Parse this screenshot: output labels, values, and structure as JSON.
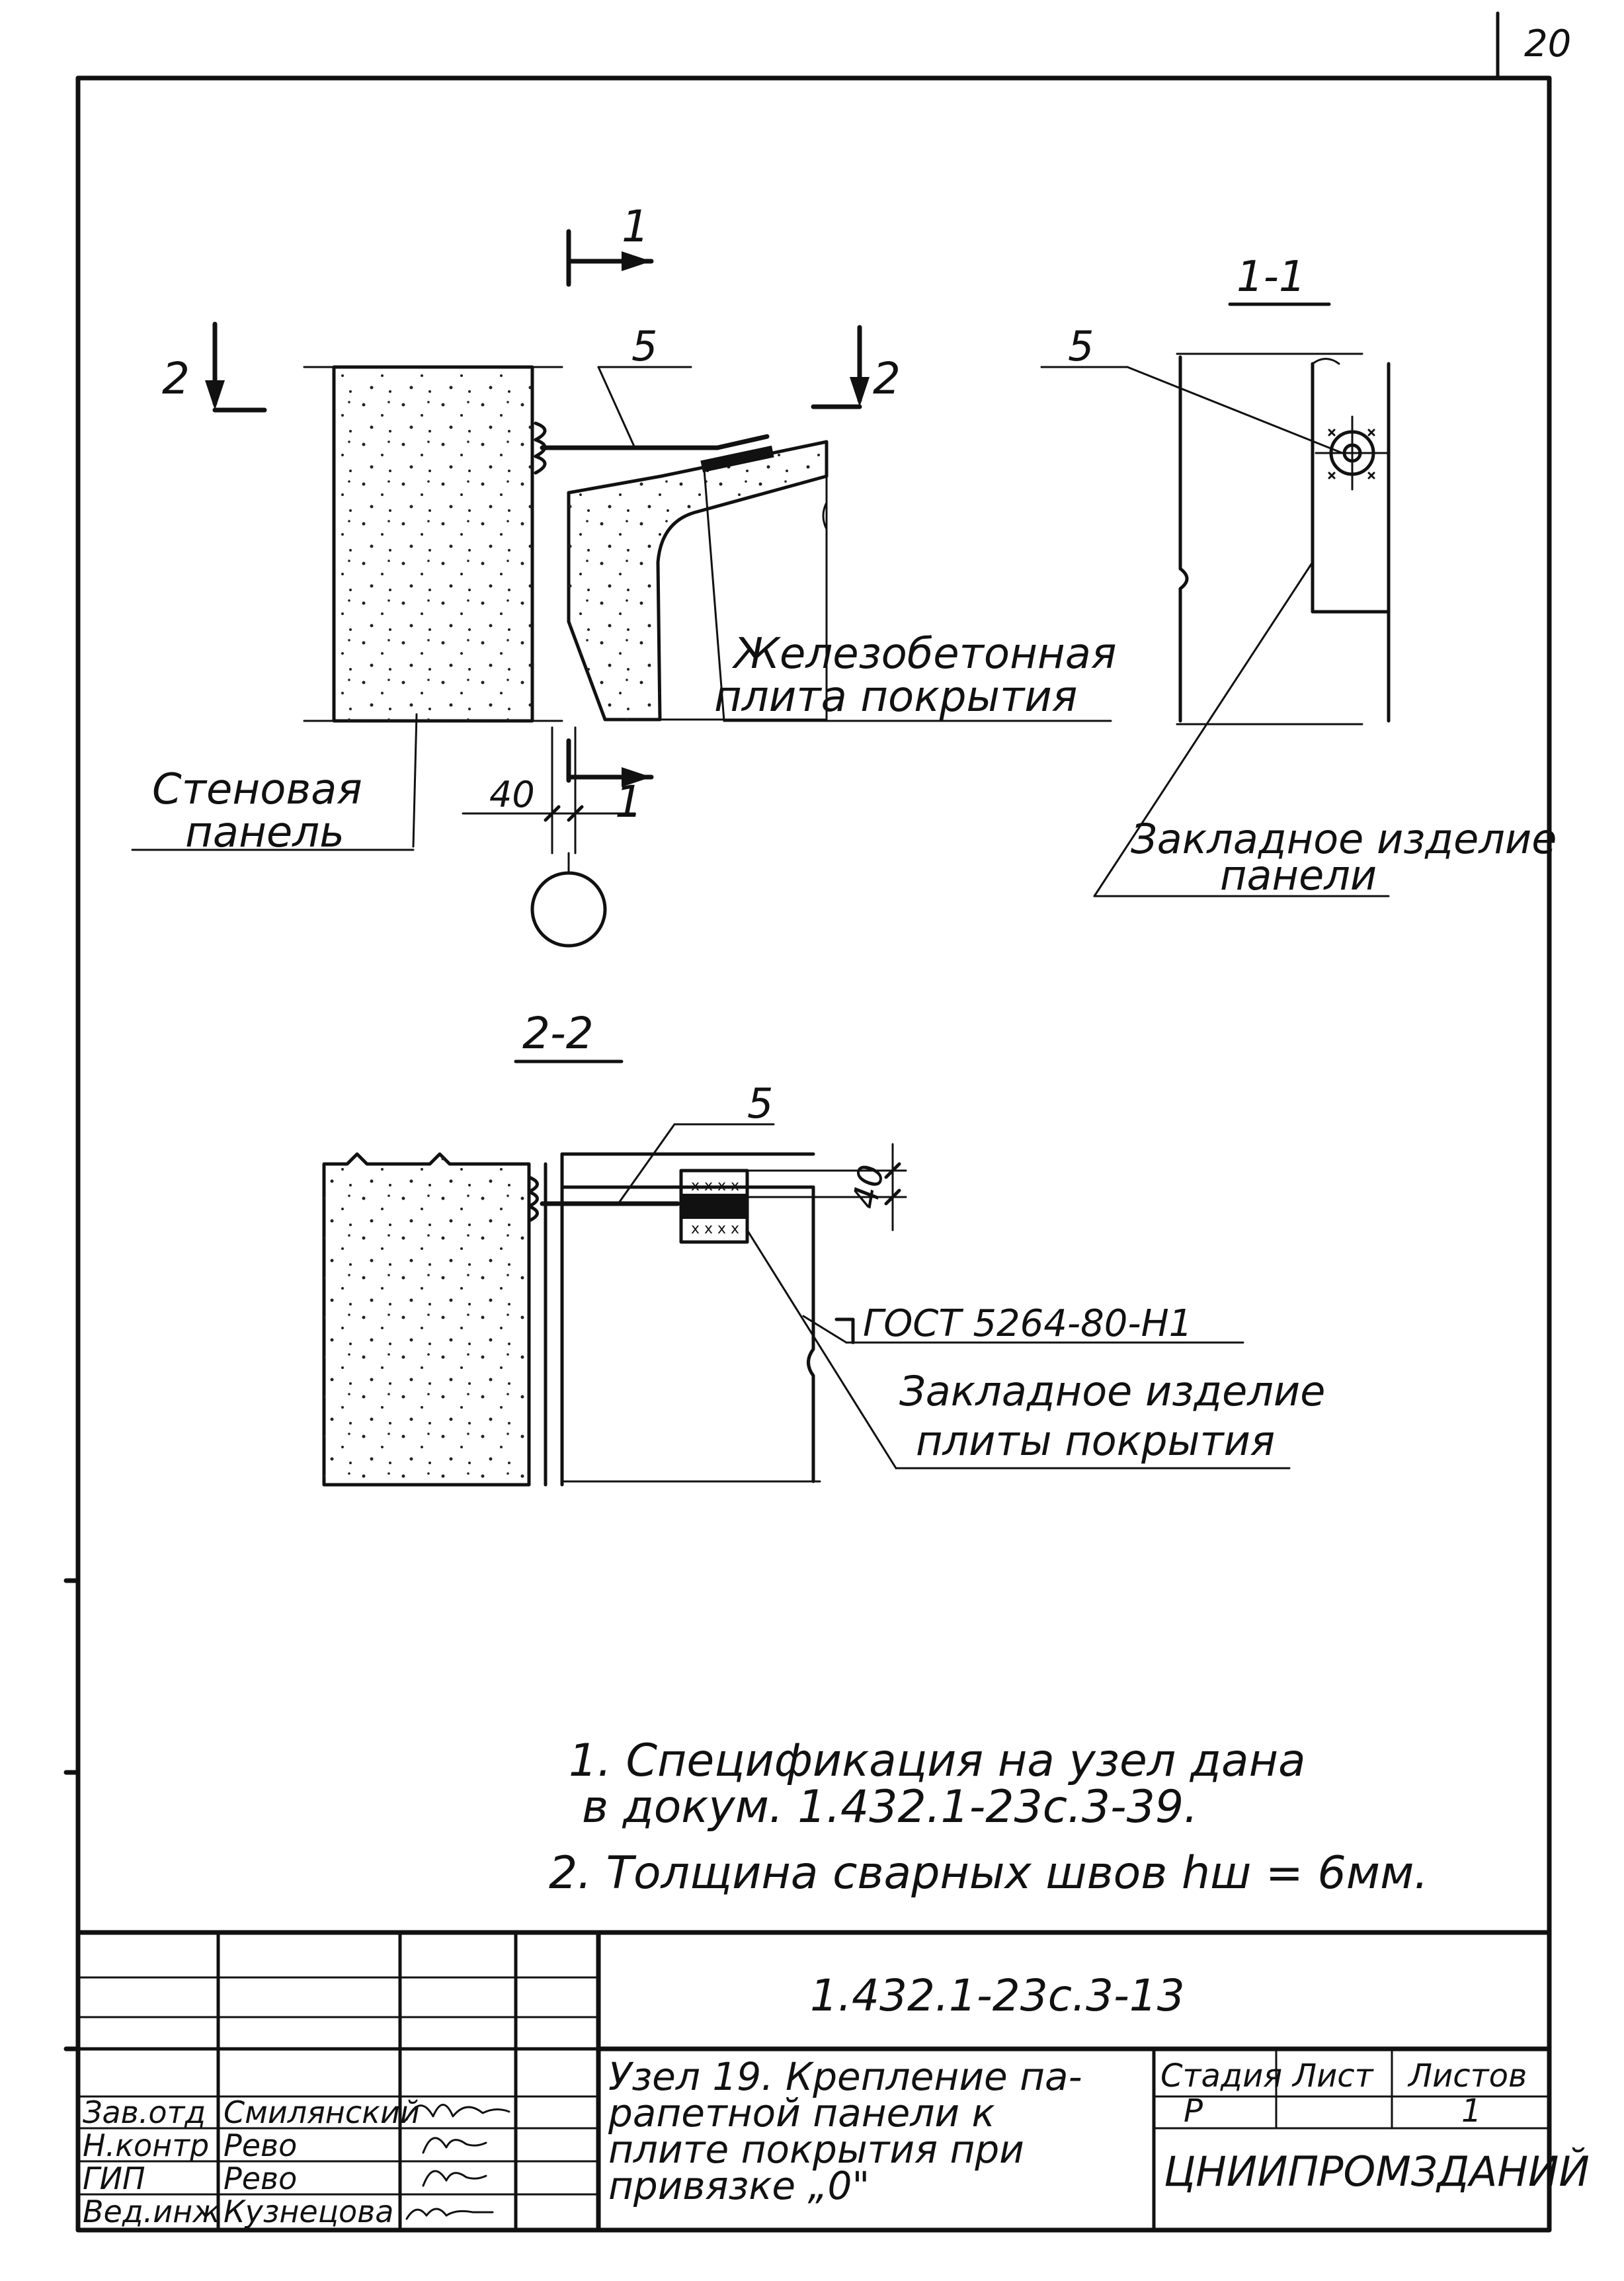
{
  "sheet": {
    "number": "20"
  },
  "node_section": {
    "section_mark_1": "1",
    "section_mark_2": "2",
    "callout_5": "5",
    "dimension_40": "40",
    "label_roof_slab": [
      "Железобетонная",
      "плита покрытия"
    ],
    "label_wall_panel": [
      "Стеновая",
      "панель"
    ]
  },
  "section_1_1": {
    "title": "1-1",
    "callout_5": "5",
    "label_embedded_panel": [
      "Закладное изделие",
      "панели"
    ]
  },
  "section_2_2": {
    "title": "2-2",
    "callout_5": "5",
    "dimension_40": "40",
    "weld_note": "ГОСТ 5264-80-Н1",
    "label_embedded_slab": [
      "Закладное изделие",
      "плиты покрытия"
    ]
  },
  "notes": [
    "1. Спецификация на узел дана",
    "в докум. 1.432.1-23с.3-39.",
    "2. Толщина сварных швов hш = 6мм."
  ],
  "title_block": {
    "document_code": "1.432.1-23с.3-13",
    "title_lines": [
      "Узел 19. Крепление па-",
      "рапетной панели к",
      "плите покрытия при",
      "привязке „0\""
    ],
    "stage_header": "Стадия",
    "sheet_header": "Лист",
    "sheets_header": "Листов",
    "stage_value": "Р",
    "sheets_value": "1",
    "organization": "ЦНИИПРОМЗДАНИЙ",
    "people": [
      {
        "role": "Зав.отд",
        "name": "Смилянский"
      },
      {
        "role": "Н.контр",
        "name": "Рево"
      },
      {
        "role": "ГИП",
        "name": "Рево"
      },
      {
        "role": "Вед.инж",
        "name": "Кузнецова"
      }
    ]
  }
}
